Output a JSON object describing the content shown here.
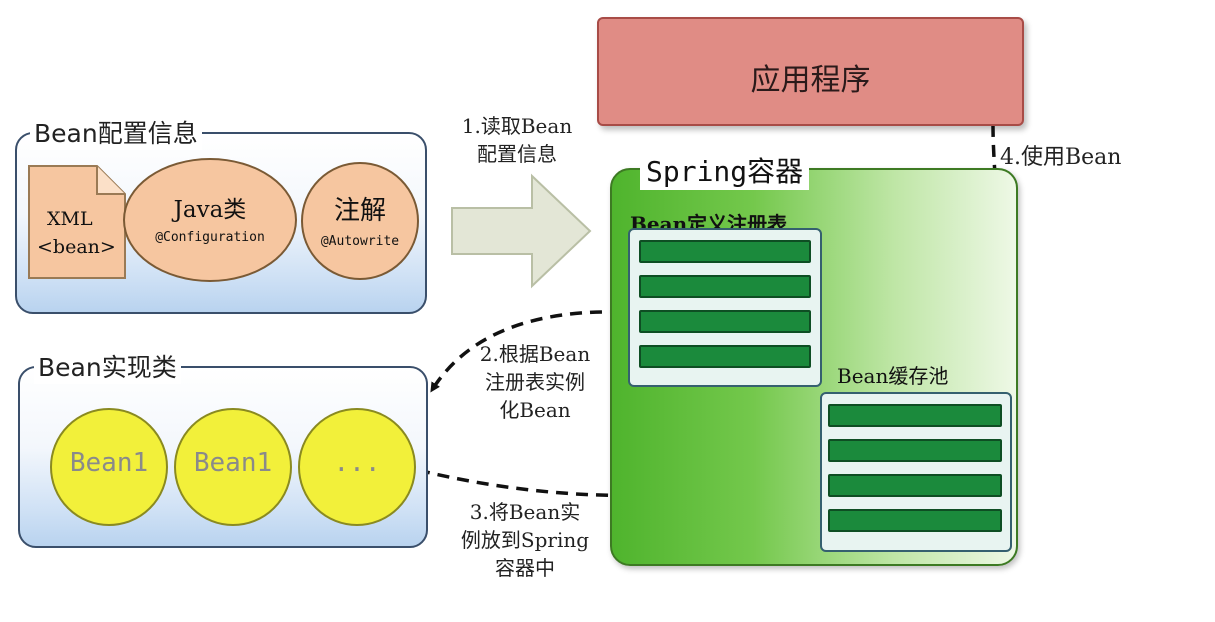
{
  "app": {
    "label": "应用程序"
  },
  "config_panel": {
    "title": "Bean配置信息",
    "xml": {
      "line1": "XML",
      "line2": "<bean>"
    },
    "java": {
      "title": "Java类",
      "sub": "@Configuration"
    },
    "annotation": {
      "title": "注解",
      "sub": "@Autowrite"
    }
  },
  "impl_panel": {
    "title": "Bean实现类",
    "items": [
      "Bean1",
      "Bean1",
      "..."
    ]
  },
  "container": {
    "title": "Spring容器",
    "registry_label": "Bean定义注册表",
    "cache_label": "Bean缓存池"
  },
  "steps": {
    "step1": {
      "line1": "1.读取Bean",
      "line2": "配置信息"
    },
    "step2": {
      "line1": "2.根据Bean",
      "line2": "注册表实例",
      "line3": "化Bean"
    },
    "step3": {
      "line1": "3.将Bean实",
      "line2": "例放到Spring",
      "line3": "容器中"
    },
    "step4": {
      "line1": "4.使用Bean"
    }
  },
  "colors": {
    "app_fill": "#e08c85",
    "container_green": "#4fb42d",
    "row_green": "#1b8a3c",
    "bean_yellow": "#f2f03a",
    "ellipse_peach": "#f6c6a0"
  }
}
